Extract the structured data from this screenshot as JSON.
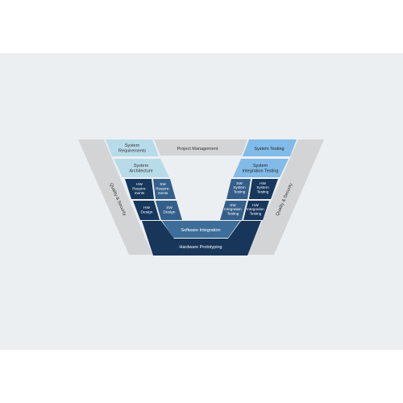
{
  "colors": {
    "background": "#eceff2",
    "frame_grey": "#d2d4d6",
    "light_blue": "#b8dbe9",
    "sky_blue": "#82bbe8",
    "mid_blue": "#3d6d99",
    "steel_blue": "#345f8a",
    "dark_navy": "#17375c",
    "deep_navy": "#17365a",
    "text_dark": "#333333",
    "text_light": "#ffffff"
  },
  "diagram": {
    "project_management": "Project Management",
    "quality_security_left": "Quality & Security",
    "quality_security_right": "Quality & Security",
    "system_requirements": [
      "System",
      "Requirements"
    ],
    "system_architecture": [
      "System",
      "Architecture"
    ],
    "hw_requirements": [
      "HW",
      "Require-",
      "ments"
    ],
    "sw_requirements": [
      "SW",
      "Require-",
      "ments"
    ],
    "hw_design": [
      "HW",
      "Design"
    ],
    "sw_design": [
      "SW",
      "Design"
    ],
    "software_integration": "Software Integration",
    "hardware_prototyping": "Hardware Prototyping",
    "system_testing": "System Testing",
    "system_integration_testing": [
      "System",
      "Integration Testing"
    ],
    "sw_system_testing": [
      "SW",
      "System",
      "Testing"
    ],
    "hw_system_testing": [
      "HW",
      "System",
      "Testing"
    ],
    "sw_integration_testing": [
      "SW",
      "Integration",
      "Testing"
    ],
    "hw_integration_testing": [
      "HW",
      "Integration",
      "Testing"
    ]
  }
}
